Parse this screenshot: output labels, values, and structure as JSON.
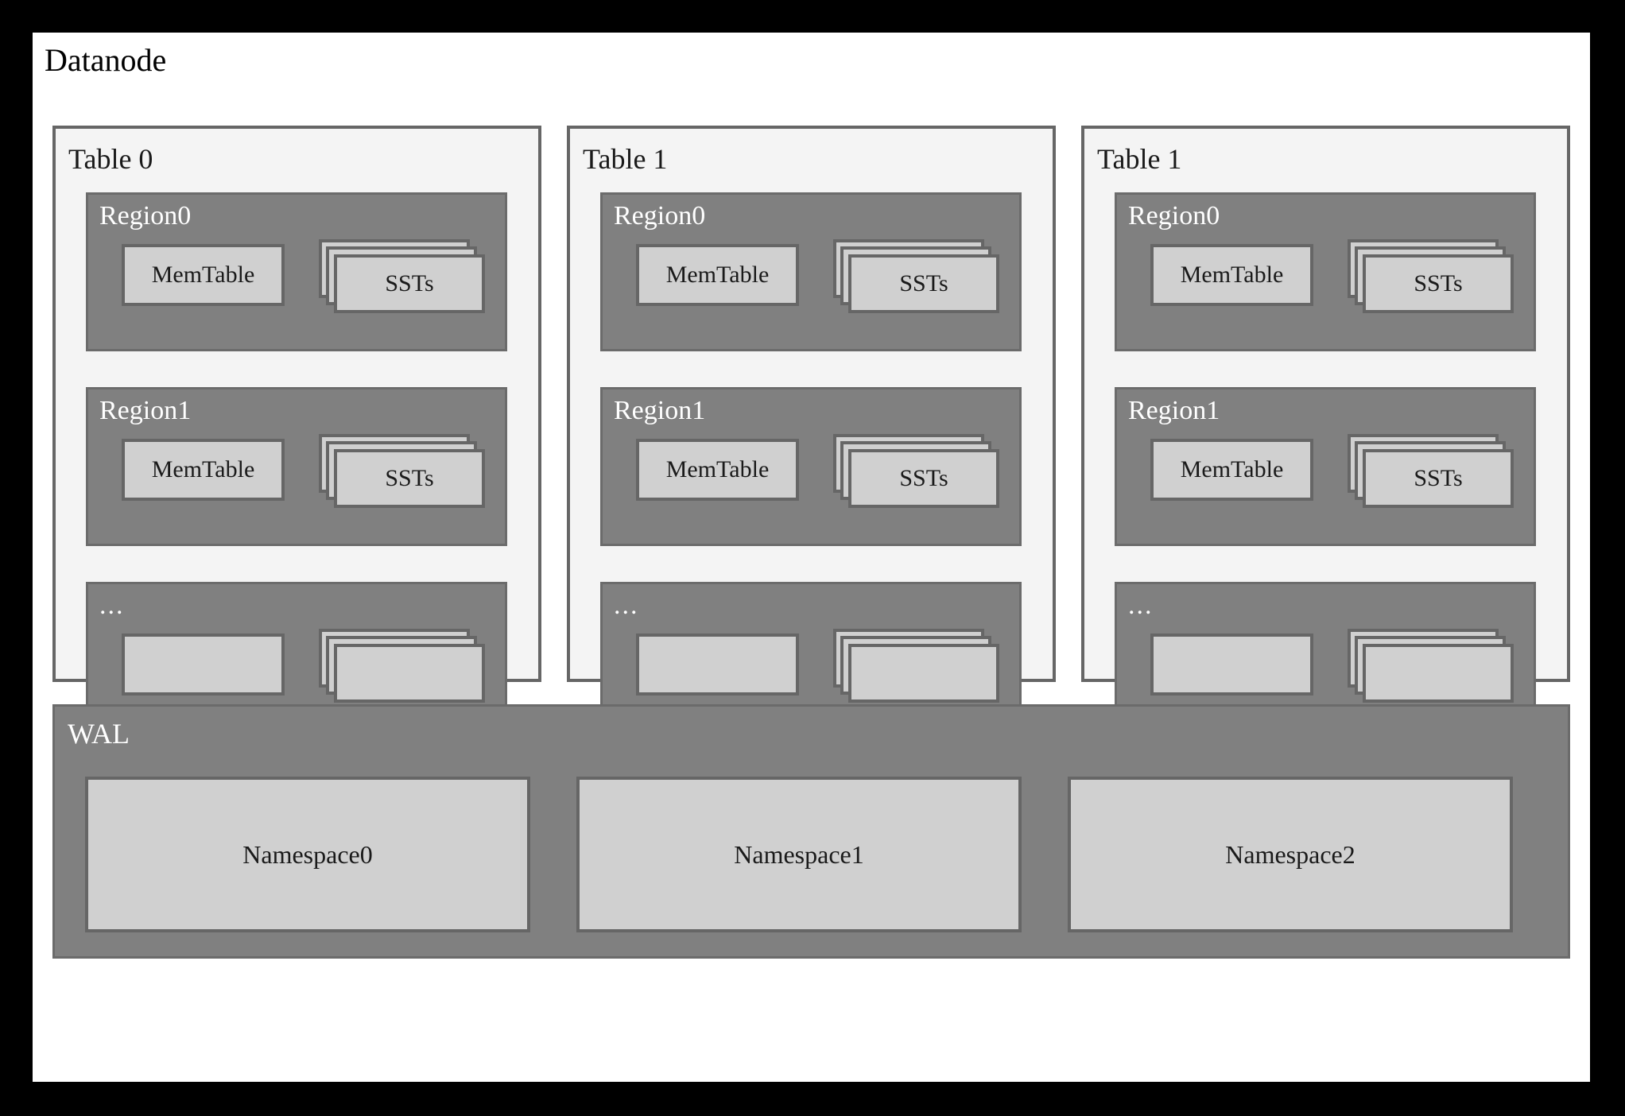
{
  "diagram": {
    "title": "Datanode",
    "frame_color": "#000000",
    "canvas_color": "#ffffff",
    "panel_fill": "#f4f4f4",
    "region_fill": "#808080",
    "box_fill": "#d0d0d0",
    "border_color": "#666666",
    "region_label_color": "#ffffff"
  },
  "tables": [
    {
      "label": "Table 0",
      "regions": [
        {
          "label": "Region0",
          "memtable": "MemTable",
          "ssts": "SSTs",
          "card_count": 3
        },
        {
          "label": "Region1",
          "memtable": "MemTable",
          "ssts": "SSTs",
          "card_count": 3
        },
        {
          "label": "...",
          "memtable": "",
          "ssts": "",
          "card_count": 3
        }
      ]
    },
    {
      "label": "Table 1",
      "regions": [
        {
          "label": "Region0",
          "memtable": "MemTable",
          "ssts": "SSTs",
          "card_count": 3
        },
        {
          "label": "Region1",
          "memtable": "MemTable",
          "ssts": "SSTs",
          "card_count": 3
        },
        {
          "label": "...",
          "memtable": "",
          "ssts": "",
          "card_count": 3
        }
      ]
    },
    {
      "label": "Table 1",
      "regions": [
        {
          "label": "Region0",
          "memtable": "MemTable",
          "ssts": "SSTs",
          "card_count": 3
        },
        {
          "label": "Region1",
          "memtable": "MemTable",
          "ssts": "SSTs",
          "card_count": 3
        },
        {
          "label": "...",
          "memtable": "",
          "ssts": "",
          "card_count": 3
        }
      ]
    }
  ],
  "wal": {
    "label": "WAL",
    "namespaces": [
      {
        "label": "Namespace0"
      },
      {
        "label": "Namespace1"
      },
      {
        "label": "Namespace2"
      }
    ]
  }
}
